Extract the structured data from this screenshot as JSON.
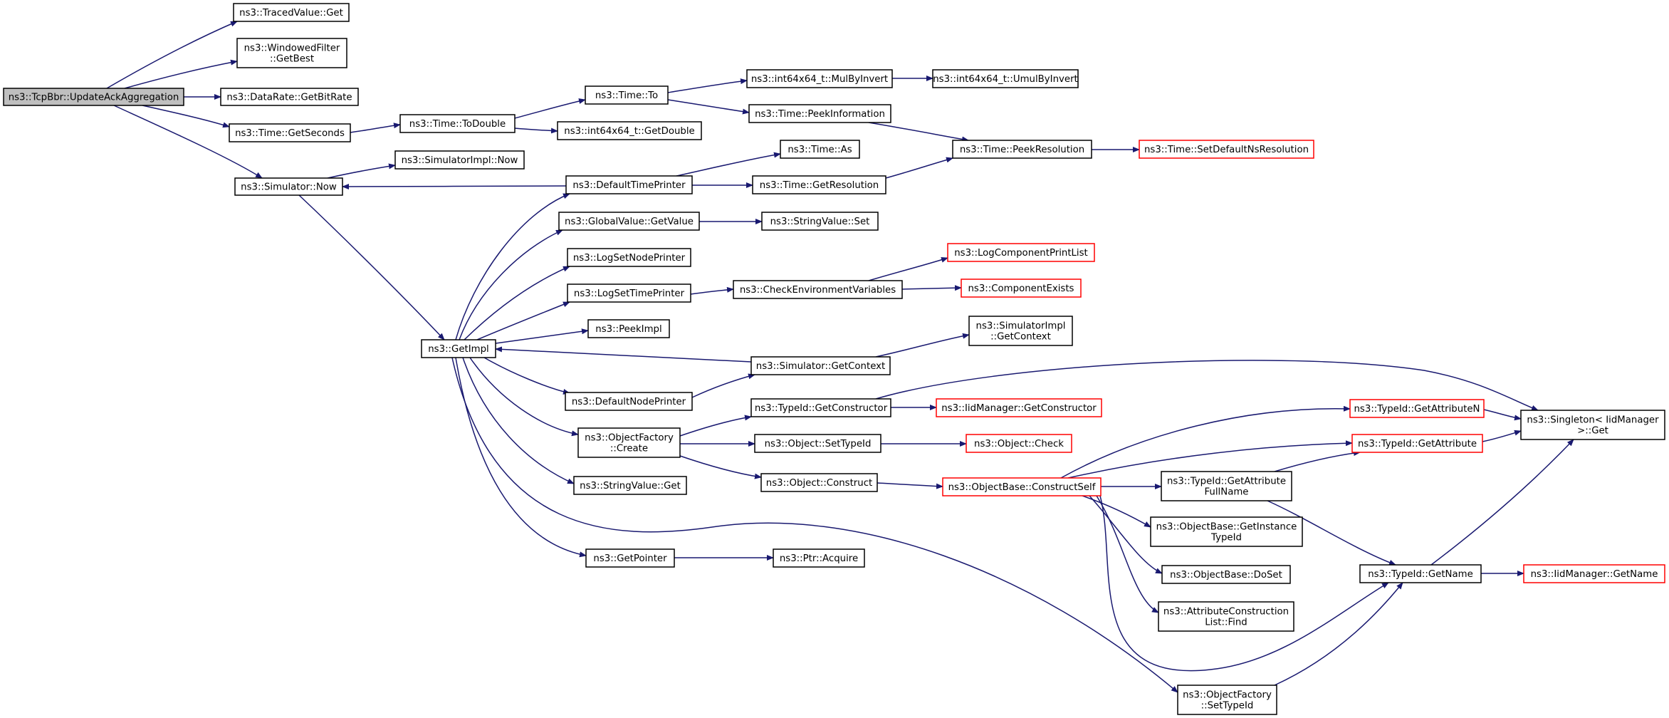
{
  "graph": {
    "edge_color": "#191970",
    "truncated_node_border": "#ff0000",
    "root_fill": "#bfbfbf",
    "nodes": {
      "root": [
        "ns3::TcpBbr::UpdateAckAggregation"
      ],
      "tracedGet": [
        "ns3::TracedValue::Get"
      ],
      "winFilter": [
        "ns3::WindowedFilter",
        "::GetBest"
      ],
      "dataRate": [
        "ns3::DataRate::GetBitRate"
      ],
      "getSeconds": [
        "ns3::Time::GetSeconds"
      ],
      "simNow": [
        "ns3::Simulator::Now"
      ],
      "toDouble": [
        "ns3::Time::ToDouble"
      ],
      "timeTo": [
        "ns3::Time::To"
      ],
      "intGetDouble": [
        "ns3::int64x64_t::GetDouble"
      ],
      "mulByInvert": [
        "ns3::int64x64_t::MulByInvert"
      ],
      "umulByInvert": [
        "ns3::int64x64_t::UmulByInvert"
      ],
      "peekInfo": [
        "ns3::Time::PeekInformation"
      ],
      "peekRes": [
        "ns3::Time::PeekResolution"
      ],
      "setDefNs": [
        "ns3::Time::SetDefaultNsResolution"
      ],
      "simImplNow": [
        "ns3::SimulatorImpl::Now"
      ],
      "defTimePrinter": [
        "ns3::DefaultTimePrinter"
      ],
      "timeAs": [
        "ns3::Time::As"
      ],
      "getResolution": [
        "ns3::Time::GetResolution"
      ],
      "globalGetValue": [
        "ns3::GlobalValue::GetValue"
      ],
      "strSet": [
        "ns3::StringValue::Set"
      ],
      "logSetNode": [
        "ns3::LogSetNodePrinter"
      ],
      "logSetTime": [
        "ns3::LogSetTimePrinter"
      ],
      "checkEnv": [
        "ns3::CheckEnvironmentVariables"
      ],
      "logCompList": [
        "ns3::LogComponentPrintList"
      ],
      "compExists": [
        "ns3::ComponentExists"
      ],
      "getImpl": [
        "ns3::GetImpl"
      ],
      "peekImpl": [
        "ns3::PeekImpl"
      ],
      "simImplCtx": [
        "ns3::SimulatorImpl",
        "::GetContext"
      ],
      "simGetCtx": [
        "ns3::Simulator::GetContext"
      ],
      "defNodePrinter": [
        "ns3::DefaultNodePrinter"
      ],
      "typeGetCtor": [
        "ns3::TypeId::GetConstructor"
      ],
      "iidGetCtor": [
        "ns3::IidManager::GetConstructor"
      ],
      "objFactCreate": [
        "ns3::ObjectFactory",
        "::Create"
      ],
      "objSetTypeId": [
        "ns3::Object::SetTypeId"
      ],
      "objCheck": [
        "ns3::Object::Check"
      ],
      "typeGetAttrN": [
        "ns3::TypeId::GetAttributeN"
      ],
      "singletonGet": [
        "ns3::Singleton< IidManager",
        " >::Get"
      ],
      "typeGetAttr": [
        "ns3::TypeId::GetAttribute"
      ],
      "objConstruct": [
        "ns3::Object::Construct"
      ],
      "objBaseCS": [
        "ns3::ObjectBase::ConstructSelf"
      ],
      "typeGetAttrFull": [
        "ns3::TypeId::GetAttribute",
        "FullName"
      ],
      "strGet": [
        "ns3::StringValue::Get"
      ],
      "objBaseGetInst": [
        "ns3::ObjectBase::GetInstance",
        "TypeId"
      ],
      "getPointer": [
        "ns3::GetPointer"
      ],
      "ptrAcquire": [
        "ns3::Ptr::Acquire"
      ],
      "objBaseDoSet": [
        "ns3::ObjectBase::DoSet"
      ],
      "typeGetName": [
        "ns3::TypeId::GetName"
      ],
      "iidGetName": [
        "ns3::IidManager::GetName"
      ],
      "attrCtorFind": [
        "ns3::AttributeConstruction",
        "List::Find"
      ],
      "objFactSetType": [
        "ns3::ObjectFactory",
        "::SetTypeId"
      ]
    },
    "highlighted": [
      "root"
    ],
    "truncated": [
      "setDefNs",
      "logCompList",
      "compExists",
      "iidGetCtor",
      "objCheck",
      "typeGetAttrN",
      "typeGetAttr",
      "objBaseCS",
      "iidGetName"
    ],
    "edges": [
      [
        "root",
        "tracedGet"
      ],
      [
        "root",
        "winFilter"
      ],
      [
        "root",
        "dataRate"
      ],
      [
        "root",
        "getSeconds"
      ],
      [
        "root",
        "simNow"
      ],
      [
        "getSeconds",
        "toDouble"
      ],
      [
        "toDouble",
        "timeTo"
      ],
      [
        "toDouble",
        "intGetDouble"
      ],
      [
        "timeTo",
        "mulByInvert"
      ],
      [
        "timeTo",
        "peekInfo"
      ],
      [
        "mulByInvert",
        "umulByInvert"
      ],
      [
        "peekInfo",
        "peekRes"
      ],
      [
        "peekRes",
        "setDefNs"
      ],
      [
        "simNow",
        "simImplNow"
      ],
      [
        "simNow",
        "getImpl"
      ],
      [
        "defTimePrinter",
        "simNow"
      ],
      [
        "defTimePrinter",
        "timeAs"
      ],
      [
        "defTimePrinter",
        "getResolution"
      ],
      [
        "getResolution",
        "peekRes"
      ],
      [
        "globalGetValue",
        "strSet"
      ],
      [
        "logSetTime",
        "checkEnv"
      ],
      [
        "checkEnv",
        "logCompList"
      ],
      [
        "checkEnv",
        "compExists"
      ],
      [
        "getImpl",
        "defTimePrinter"
      ],
      [
        "getImpl",
        "globalGetValue"
      ],
      [
        "getImpl",
        "logSetNode"
      ],
      [
        "getImpl",
        "logSetTime"
      ],
      [
        "getImpl",
        "peekImpl"
      ],
      [
        "getImpl",
        "defNodePrinter"
      ],
      [
        "getImpl",
        "objFactCreate"
      ],
      [
        "getImpl",
        "strGet"
      ],
      [
        "getImpl",
        "getPointer"
      ],
      [
        "getImpl",
        "objFactSetType"
      ],
      [
        "simGetCtx",
        "getImpl"
      ],
      [
        "simGetCtx",
        "simImplCtx"
      ],
      [
        "defNodePrinter",
        "simGetCtx"
      ],
      [
        "objFactCreate",
        "typeGetCtor"
      ],
      [
        "objFactCreate",
        "objSetTypeId"
      ],
      [
        "objFactCreate",
        "objConstruct"
      ],
      [
        "typeGetCtor",
        "iidGetCtor"
      ],
      [
        "typeGetCtor",
        "singletonGet"
      ],
      [
        "objSetTypeId",
        "objCheck"
      ],
      [
        "objConstruct",
        "objBaseCS"
      ],
      [
        "objBaseCS",
        "typeGetAttrN"
      ],
      [
        "objBaseCS",
        "typeGetAttr"
      ],
      [
        "objBaseCS",
        "typeGetAttrFull"
      ],
      [
        "objBaseCS",
        "objBaseGetInst"
      ],
      [
        "objBaseCS",
        "objBaseDoSet"
      ],
      [
        "objBaseCS",
        "attrCtorFind"
      ],
      [
        "objBaseCS",
        "typeGetName"
      ],
      [
        "typeGetAttrN",
        "singletonGet"
      ],
      [
        "typeGetAttr",
        "singletonGet"
      ],
      [
        "typeGetAttrFull",
        "typeGetAttr"
      ],
      [
        "typeGetAttrFull",
        "typeGetName"
      ],
      [
        "typeGetName",
        "singletonGet"
      ],
      [
        "typeGetName",
        "iidGetName"
      ],
      [
        "getPointer",
        "ptrAcquire"
      ],
      [
        "objFactSetType",
        "typeGetName"
      ]
    ]
  }
}
